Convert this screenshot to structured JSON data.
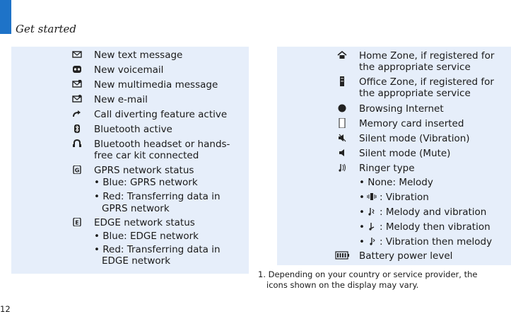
{
  "header": {
    "title": "Get started"
  },
  "left_panel": {
    "items": [
      {
        "icon": "text-message-icon",
        "label": "New text message"
      },
      {
        "icon": "voicemail-icon",
        "label": "New voicemail"
      },
      {
        "icon": "multimedia-message-icon",
        "label": "New multimedia message"
      },
      {
        "icon": "email-icon",
        "label": "New e-mail"
      },
      {
        "icon": "call-diverting-icon",
        "label": "Call diverting feature active"
      },
      {
        "icon": "bluetooth-icon",
        "label": "Bluetooth active"
      },
      {
        "icon": "bluetooth-headset-icon",
        "label_line1": "Bluetooth headset or hands-",
        "label_line2": "free car kit connected"
      },
      {
        "icon": "gprs-icon",
        "label": "GPRS network status",
        "sub": [
          "• Blue: GPRS network",
          "• Red: Transferring data in",
          "GPRS network"
        ]
      },
      {
        "icon": "edge-icon",
        "label": "EDGE network status",
        "sub": [
          "• Blue: EDGE network",
          "• Red: Transferring data in",
          "EDGE network"
        ]
      }
    ]
  },
  "right_panel": {
    "items": [
      {
        "icon": "home-zone-icon",
        "label_line1": "Home Zone, if registered for",
        "label_line2": "the appropriate service"
      },
      {
        "icon": "office-zone-icon",
        "label_line1": "Office Zone, if registered for",
        "label_line2": "the appropriate service"
      },
      {
        "icon": "browsing-icon",
        "label": "Browsing Internet"
      },
      {
        "icon": "memory-card-icon",
        "label": "Memory card inserted"
      },
      {
        "icon": "silent-vibration-icon",
        "label": "Silent mode (Vibration)"
      },
      {
        "icon": "silent-mute-icon",
        "label": "Silent mode (Mute)"
      },
      {
        "icon": "ringer-type-icon",
        "label": "Ringer type"
      },
      {
        "bullet": "• None: Melody"
      },
      {
        "bullet": "•",
        "icon": "vibration-icon",
        "text": ": Vibration"
      },
      {
        "bullet": "•",
        "icon": "melody-vibration-icon",
        "text": ": Melody and vibration"
      },
      {
        "bullet": "•",
        "icon": "melody-then-vibration-icon",
        "text": ": Melody then vibration"
      },
      {
        "bullet": "•",
        "icon": "vibration-then-melody-icon",
        "text": ": Vibration then melody"
      },
      {
        "icon": "battery-icon",
        "label": "Battery power level"
      }
    ]
  },
  "footnote": {
    "line1": "1. Depending on your country or service provider, the",
    "line2": "icons shown on the display may vary."
  },
  "page_number": "12",
  "colors": {
    "accent": "#1e73c8",
    "panel": "#e6eefa"
  }
}
